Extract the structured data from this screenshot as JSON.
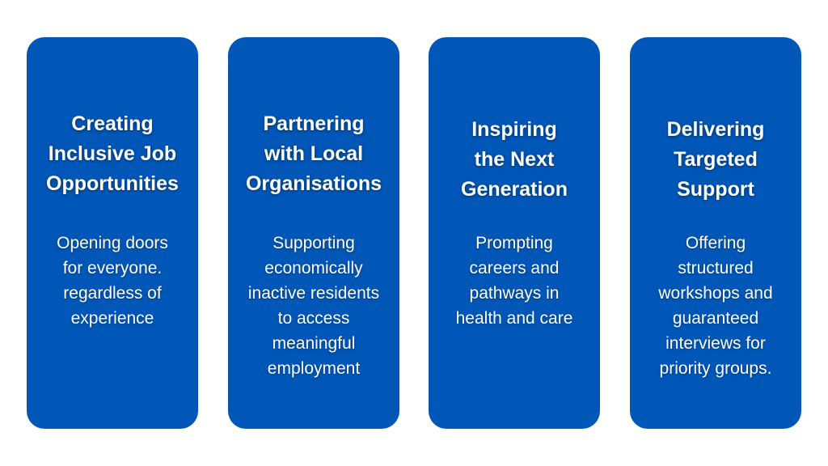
{
  "colors": {
    "card": "#0057b8",
    "background": "#ffffff",
    "text": "#ffffff"
  },
  "cards": [
    {
      "title": [
        "Creating",
        "Inclusive Job",
        "Opportunities"
      ],
      "body": [
        "Opening doors",
        "for everyone.",
        "regardless of",
        "experience"
      ]
    },
    {
      "title": [
        "Partnering",
        "with Local",
        "Organisations"
      ],
      "body": [
        "Supporting",
        "economically",
        "inactive residents",
        "to access",
        "meaningful",
        "employment"
      ]
    },
    {
      "title": [
        "Inspiring",
        "the Next",
        "Generation"
      ],
      "body": [
        "Prompting",
        "careers and",
        "pathways in",
        "health and care"
      ]
    },
    {
      "title": [
        "Delivering",
        "Targeted",
        "Support"
      ],
      "body": [
        "Offering",
        "structured",
        "workshops and",
        "guaranteed",
        "interviews for",
        "priority groups."
      ]
    }
  ]
}
